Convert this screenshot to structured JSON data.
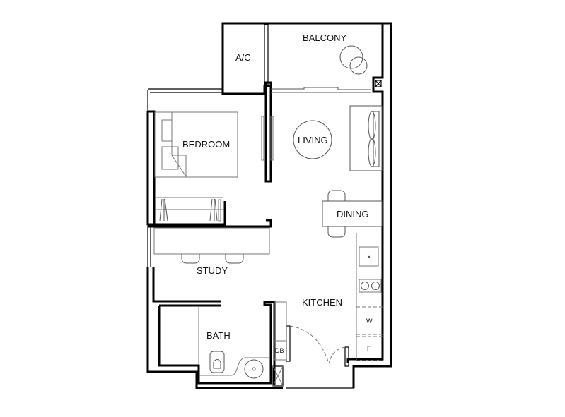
{
  "floor_plan": {
    "rooms": {
      "balcony": "BALCONY",
      "ac": "A/C",
      "bedroom": "BEDROOM",
      "living": "LIVING",
      "dining": "DINING",
      "study": "STUDY",
      "kitchen": "KITCHEN",
      "bath": "BATH"
    },
    "fixtures": {
      "db": "DB",
      "washer": "W",
      "fridge": "F"
    },
    "colors": {
      "wall": "#000000",
      "furniture": "#777777",
      "background": "#ffffff"
    }
  }
}
